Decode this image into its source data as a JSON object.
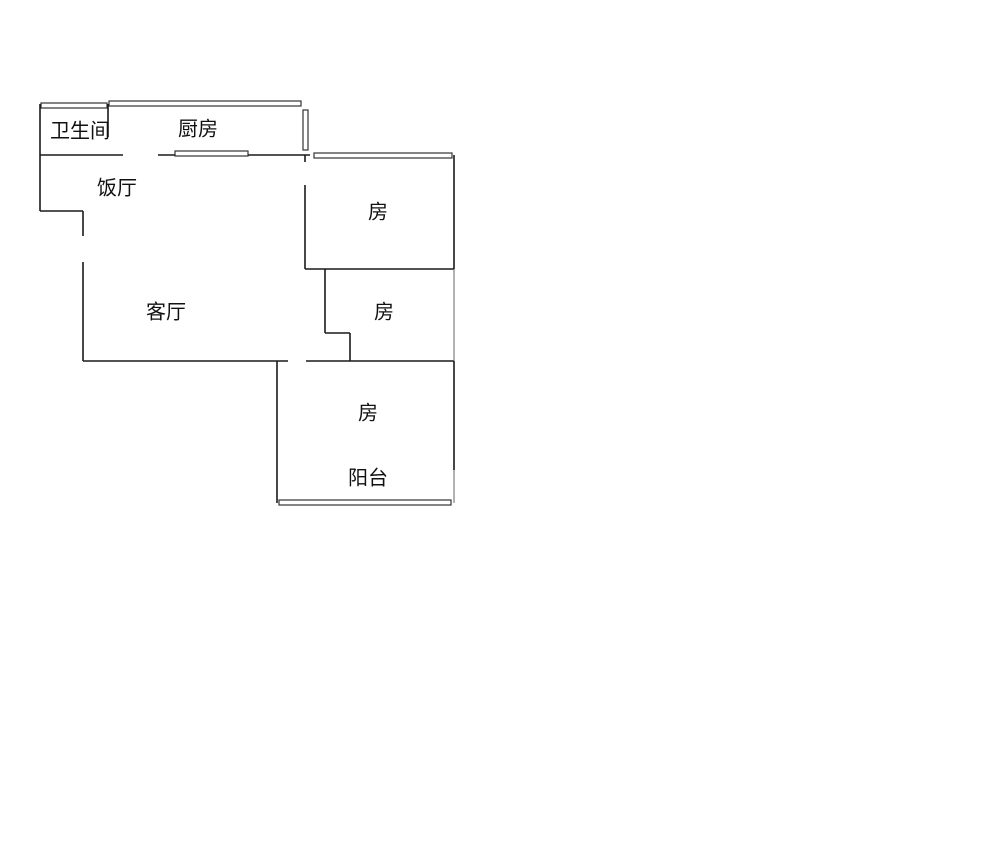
{
  "floorplan": {
    "rooms": {
      "bathroom": "卫生间",
      "kitchen": "厨房",
      "dining": "饭厅",
      "living": "客厅",
      "bedroom_top": "房",
      "bedroom_mid": "房",
      "bedroom_bottom": "房",
      "balcony": "阳台"
    },
    "colors": {
      "wall": "#1a1a1a",
      "background": "#ffffff"
    }
  }
}
